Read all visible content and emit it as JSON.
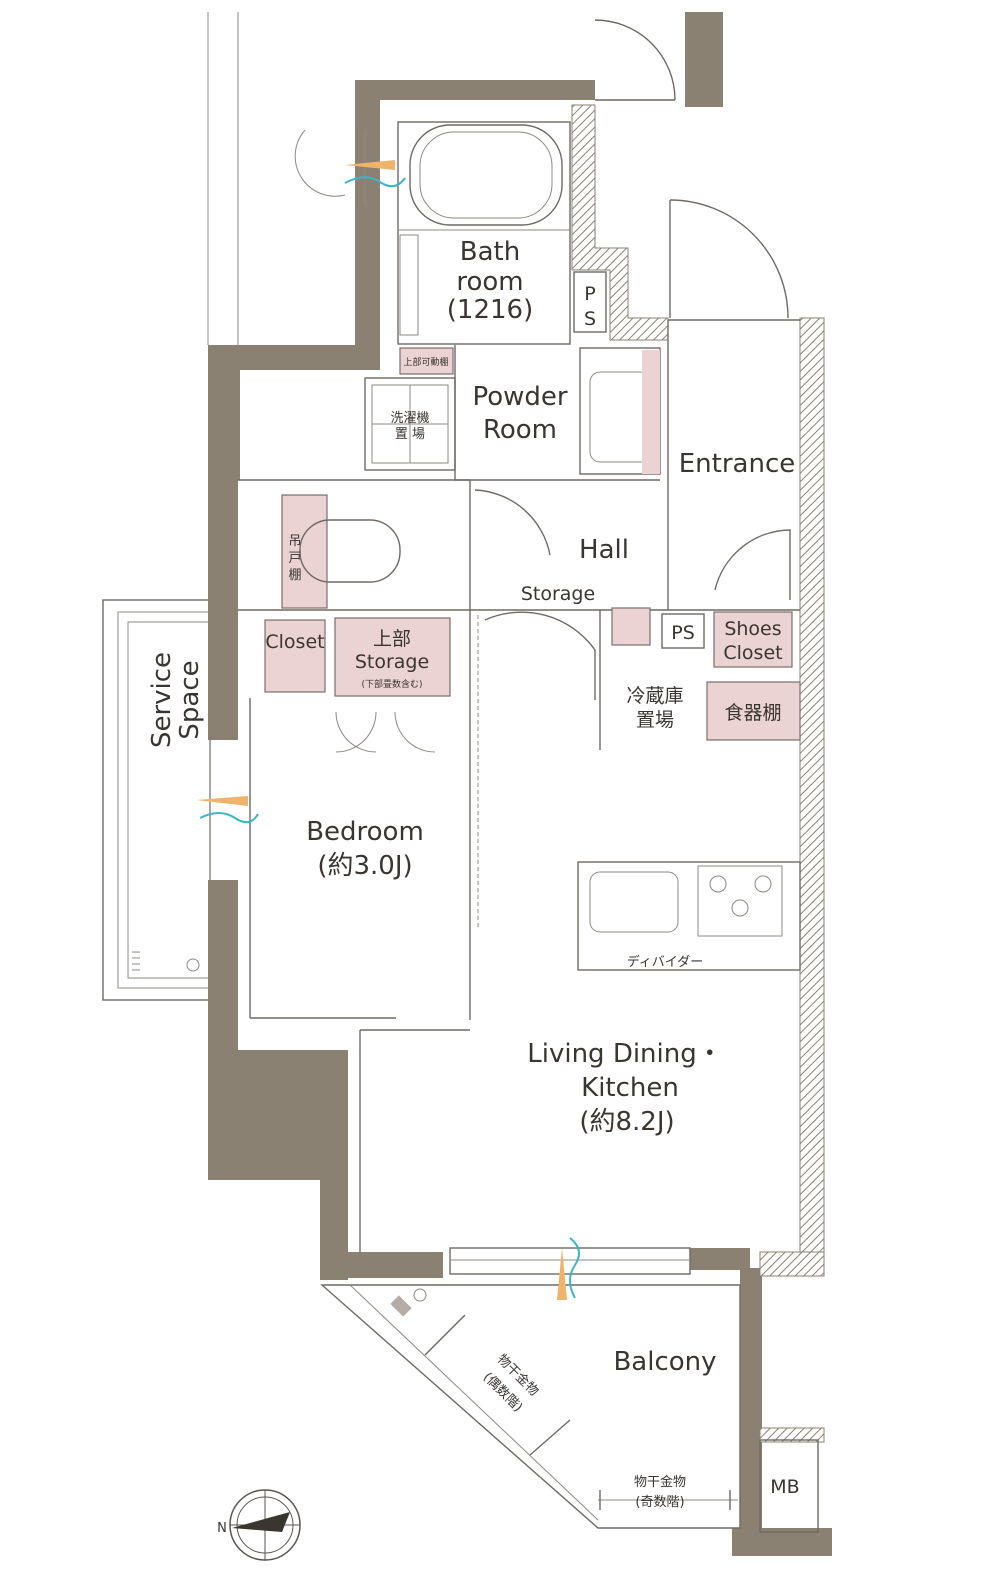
{
  "rooms": {
    "bathroom": [
      "Bath",
      "room",
      "(1216)"
    ],
    "powder_room": [
      "Powder",
      "Room"
    ],
    "washer_space": [
      "洗濯機",
      "置 場"
    ],
    "upper_shelf_small": "上部可動棚",
    "entrance": "Entrance",
    "ps_top": [
      "P",
      "S"
    ],
    "hall": "Hall",
    "storage_hall": "Storage",
    "hanging_shelf": [
      "吊",
      "戸",
      "棚"
    ],
    "ps_mid": "PS",
    "shoes_closet": [
      "Shoes",
      "Closet"
    ],
    "closet": "Closet",
    "upper_storage": [
      "上部",
      "Storage",
      "(下部畳数含む)"
    ],
    "fridge_space": [
      "冷蔵庫",
      "置場"
    ],
    "cupboard": "食器棚",
    "service_space": [
      "Service",
      "Space"
    ],
    "bedroom": [
      "Bedroom",
      "(約3.0J)"
    ],
    "divider": "ディバイダー",
    "ldk": [
      "Living Dining・",
      "Kitchen",
      "(約8.2J)"
    ],
    "balcony": "Balcony",
    "drying_even": [
      "物干金物",
      "(偶数階)"
    ],
    "drying_odd": [
      "物干金物",
      "(奇数階)"
    ],
    "mb": "MB",
    "compass_n": "N"
  }
}
